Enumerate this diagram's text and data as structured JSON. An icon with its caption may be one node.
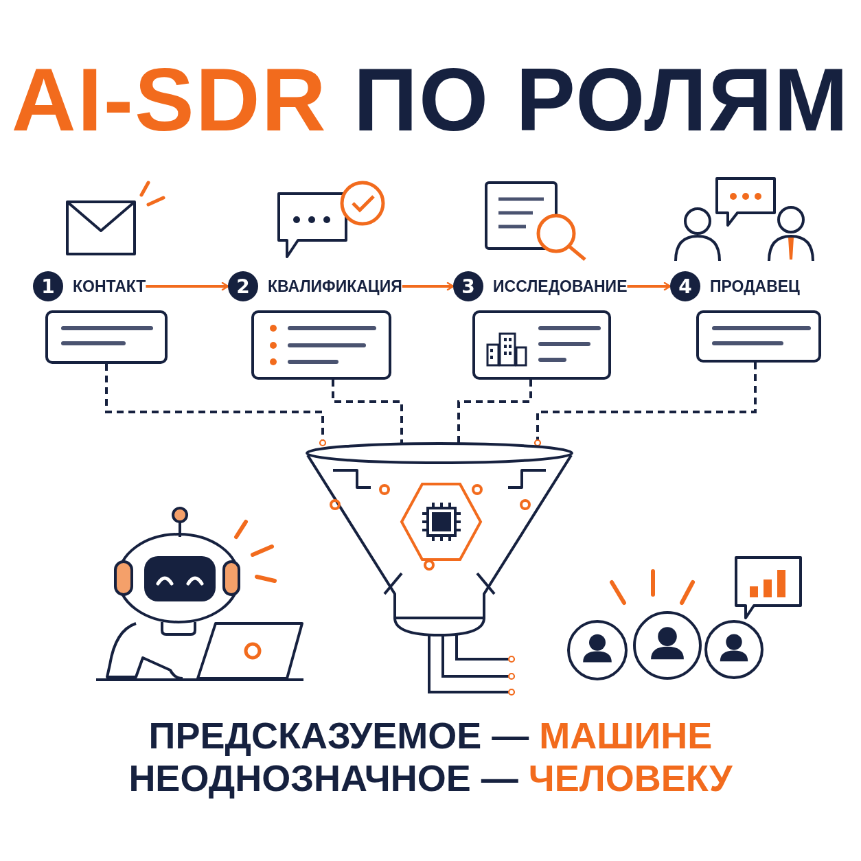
{
  "diagram": {
    "title": "AI-SDR ПО РОЛЯМ",
    "nodes": [
      {
        "text": [
          "1",
          "КОНТАКТ"
        ]
      },
      {
        "text": [
          "2",
          "КВАЛИФИКАЦИЯ"
        ]
      },
      {
        "text": [
          "3",
          "ИССЛЕДОВАНИЕ"
        ]
      },
      {
        "text": [
          "4",
          "ПРОДАВЕЦ"
        ]
      },
      {
        "text": [],
        "shape": "box"
      },
      {
        "text": [],
        "shape": "box"
      },
      {
        "text": [],
        "shape": "box"
      },
      {
        "text": [],
        "shape": "box"
      },
      {
        "text": [],
        "shape": "picture"
      },
      {
        "text": [],
        "shape": "circle"
      },
      {
        "text": [],
        "shape": "circle"
      },
      {
        "text": [],
        "shape": "circle"
      }
    ],
    "edges": [
      {
        "from": 0,
        "to": 1,
        "arrow": "to",
        "color": "#f26b1d"
      },
      {
        "from": 1,
        "to": 2,
        "arrow": "to",
        "color": "#f26b1d"
      },
      {
        "from": 2,
        "to": 3,
        "arrow": "to",
        "color": "#f26b1d"
      },
      {
        "from": 4,
        "to": 8,
        "arrow": "other",
        "style": "dashed"
      },
      {
        "from": 5,
        "to": 8,
        "arrow": "none",
        "style": "dashed"
      },
      {
        "from": 6,
        "to": 8,
        "arrow": "none",
        "style": "dashed"
      },
      {
        "from": 7,
        "to": 8,
        "arrow": "other",
        "style": "dashed"
      },
      {
        "from": 8,
        "to": null,
        "arrow": "other"
      },
      {
        "from": 8,
        "to": null,
        "arrow": "other"
      },
      {
        "from": 8,
        "to": null,
        "arrow": "other"
      }
    ],
    "labels": [
      "ПРЕДСКАЗУЕМОЕ —",
      "МАШИНЕ",
      "НЕОДНОЗНАЧНОЕ —",
      "ЧЕЛОВЕКУ"
    ]
  }
}
